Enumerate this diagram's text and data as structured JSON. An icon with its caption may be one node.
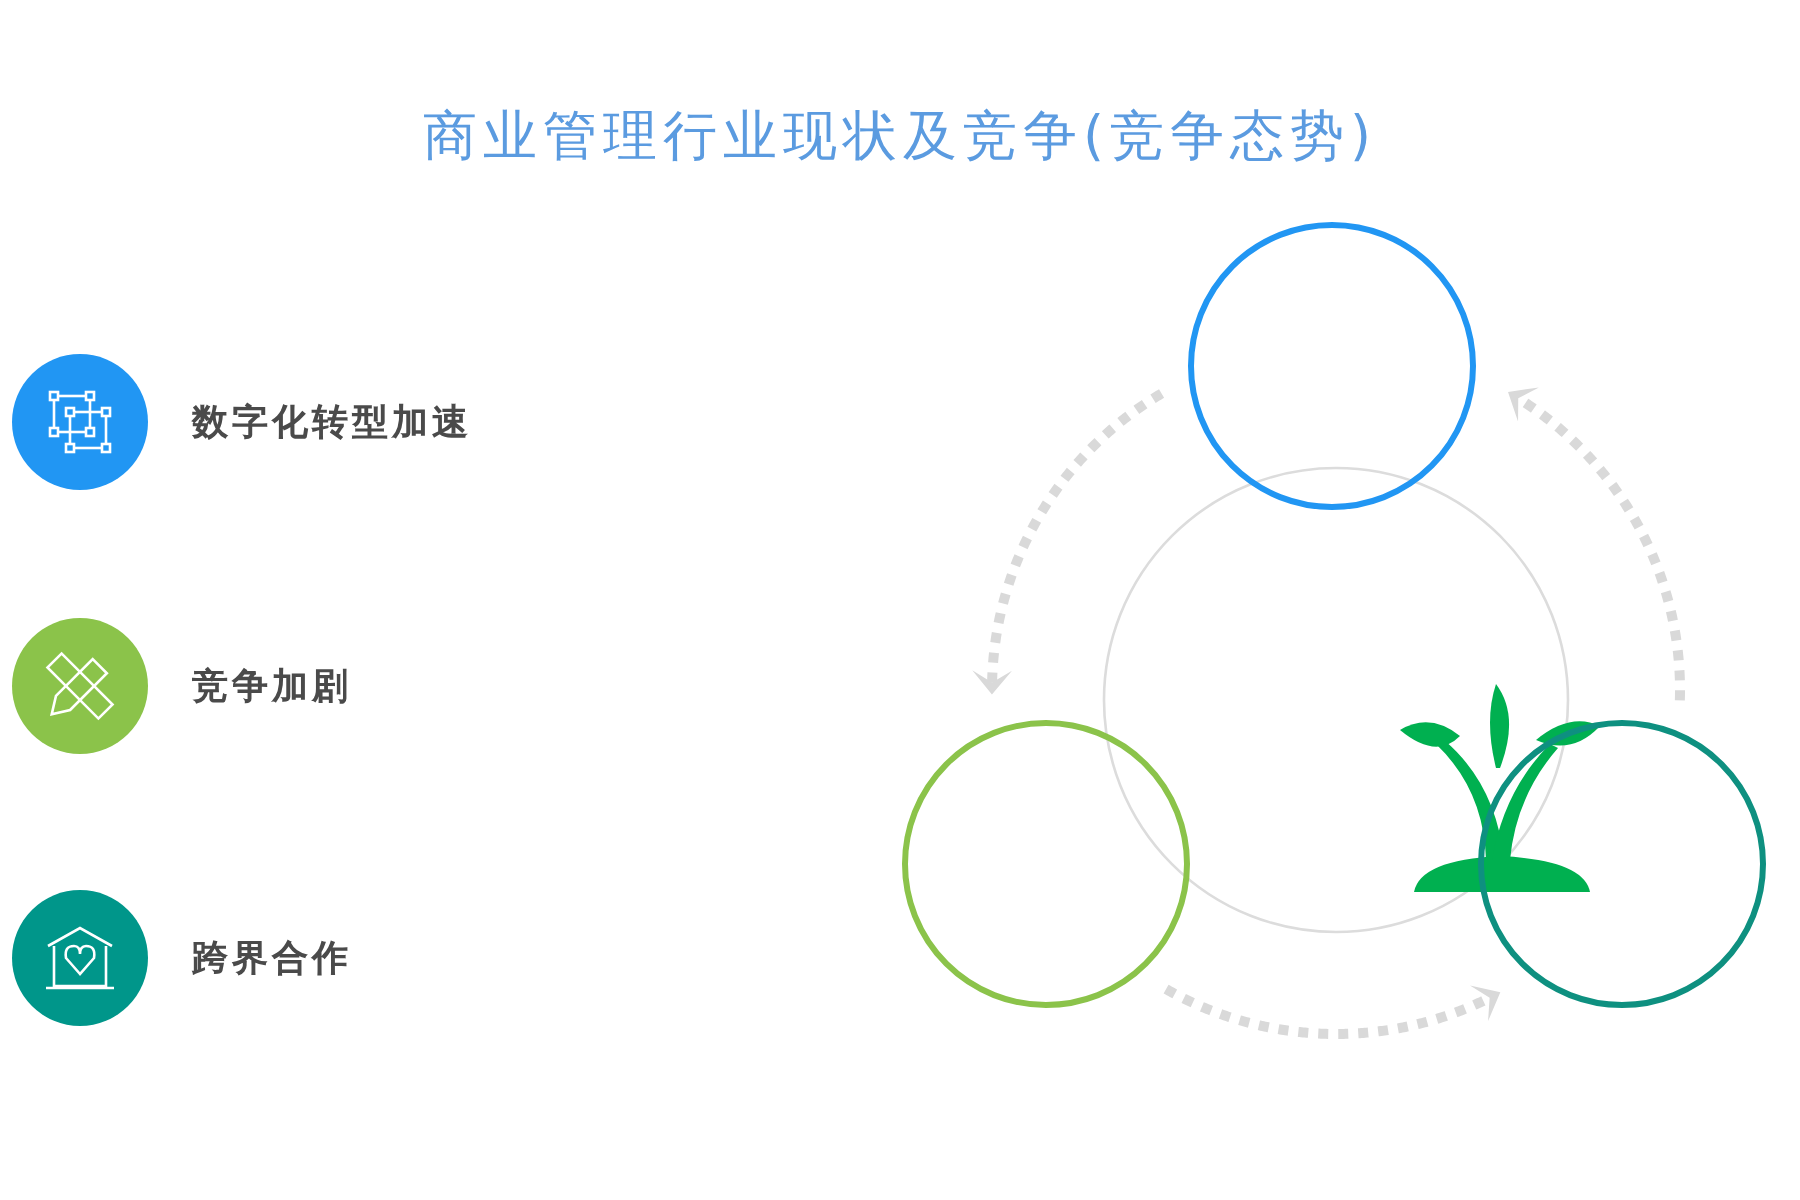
{
  "diagram": {
    "title": "商业管理行业现状及竞争(竞争态势)",
    "nodes": [
      {
        "text": [],
        "shape": "circle"
      },
      {
        "text": [],
        "shape": "circle"
      },
      {
        "text": [],
        "shape": "circle"
      }
    ],
    "edges": [
      {
        "from": 0,
        "to": 1,
        "arrow": "to",
        "style": "dashed"
      },
      {
        "from": 1,
        "to": 2,
        "arrow": "to",
        "style": "dashed"
      },
      {
        "from": 2,
        "to": 0,
        "arrow": "to",
        "style": "dashed"
      }
    ],
    "labels": [
      "数字化转型加速",
      "竞争加剧",
      "跨界合作"
    ]
  }
}
